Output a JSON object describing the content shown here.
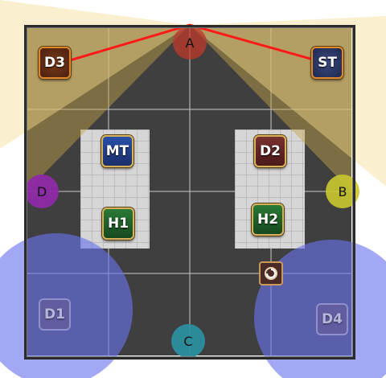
{
  "waymarks": {
    "A": {
      "label": "A",
      "color": "#c0392b"
    },
    "B": {
      "label": "B",
      "color": "#c9c830"
    },
    "C": {
      "label": "C",
      "color": "#2a8fa0"
    },
    "D": {
      "label": "D",
      "color": "#8e2aa8"
    }
  },
  "players": {
    "mt": {
      "label": "MT",
      "role": "tank",
      "color": "#1f3c8f"
    },
    "st": {
      "label": "ST",
      "role": "tank",
      "color": "#1f3c8f"
    },
    "h1": {
      "label": "H1",
      "role": "healer",
      "color": "#1d5a2a"
    },
    "h2": {
      "label": "H2",
      "role": "healer",
      "color": "#1d5a2a"
    },
    "d1": {
      "label": "D1",
      "role": "dps",
      "color": "#6a2a2a"
    },
    "d2": {
      "label": "D2",
      "role": "dps",
      "color": "#6a2a2a"
    },
    "d3": {
      "label": "D3",
      "role": "dps",
      "color": "#6a2a2a"
    },
    "d4": {
      "label": "D4",
      "role": "dps",
      "color": "#6a2a2a"
    }
  },
  "colors": {
    "cone_aoe": "#f6e3a8",
    "circle_aoe": "#6b73ee",
    "tether": "#ff1a1a",
    "floor": "#3f3f3f",
    "safe_pad": "#d6d6d6"
  },
  "icons": {
    "enemy": "boss-add-icon"
  }
}
